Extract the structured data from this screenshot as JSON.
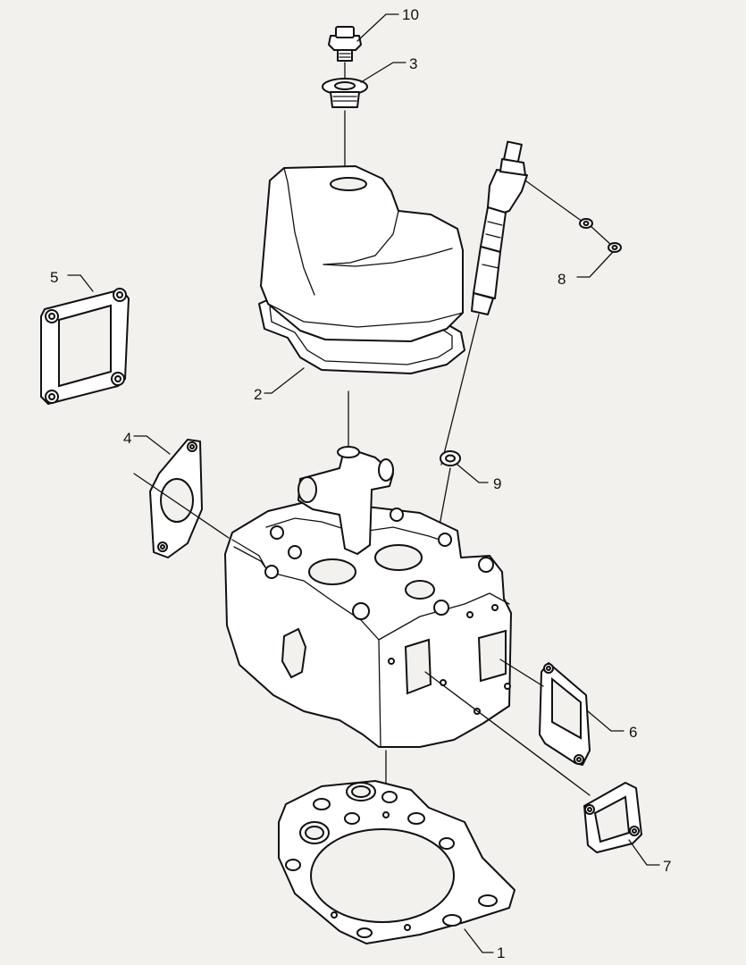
{
  "callouts": {
    "c1": "1",
    "c2": "2",
    "c3": "3",
    "c4": "4",
    "c5": "5",
    "c6": "6",
    "c7": "7",
    "c8": "8",
    "c9": "9",
    "c10": "10"
  },
  "colors": {
    "line": "#111111",
    "paper": "#f2f1ee",
    "part_fill": "#ffffff"
  }
}
